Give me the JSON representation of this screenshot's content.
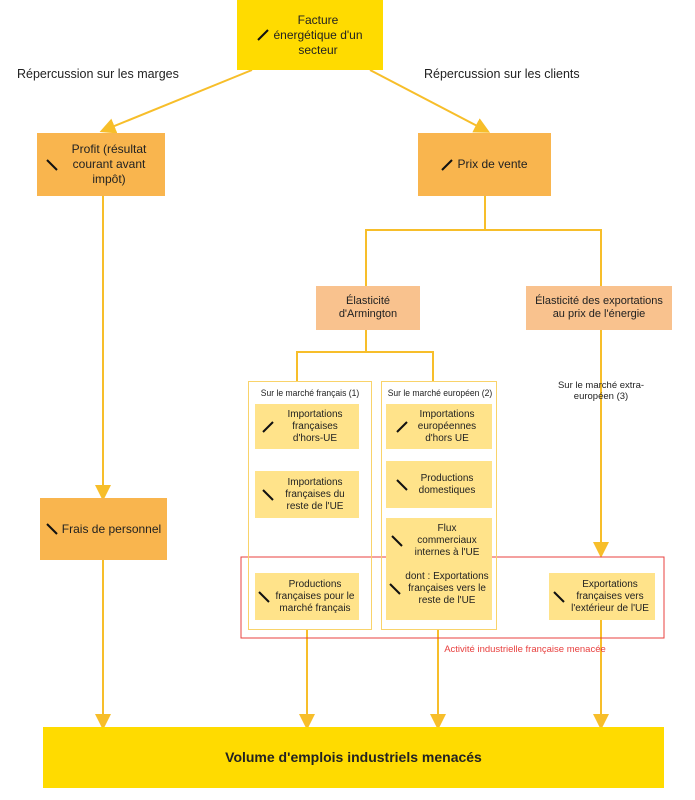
{
  "top": {
    "title": "Facture énergétique d'un secteur",
    "trend": "up"
  },
  "left_heading": "Répercussion sur les marges",
  "right_heading": "Répercussion sur les clients",
  "profit": {
    "label": "Profit (résultat courant avant impôt)",
    "trend": "down"
  },
  "prix": {
    "label": "Prix de vente",
    "trend": "up"
  },
  "armington": {
    "label": "Élasticité d'Armington"
  },
  "elast_export": {
    "label": "Élasticité des exportations au prix de l'énergie"
  },
  "frais": {
    "label": "Frais de personnel",
    "trend": "down"
  },
  "panel_fr": {
    "title": "Sur le marché français (1)",
    "items": [
      {
        "label": "Importations françaises d'hors-UE",
        "trend": "up"
      },
      {
        "label": "Importations françaises du reste de l'UE",
        "trend": "down"
      },
      {
        "label": "Productions françaises pour le marché français",
        "trend": "down"
      }
    ]
  },
  "panel_eu": {
    "title": "Sur le marché européen (2)",
    "items": [
      {
        "label": "Importations européennes d'hors UE",
        "trend": "up"
      },
      {
        "label": "Productions domestiques",
        "trend": "down"
      },
      {
        "label": "Flux commerciaux internes à l'UE",
        "trend": "down"
      },
      {
        "label": "dont : Exportations françaises vers le reste de l'UE",
        "trend": "down"
      }
    ]
  },
  "extra": {
    "title": "Sur le marché extra-européen (3)",
    "item": {
      "label": "Exportations françaises vers l'extérieur de l'UE",
      "trend": "down"
    }
  },
  "menace_label": "Activité industrielle française menacée",
  "bottom": {
    "label": "Volume d'emplois industriels menacés"
  },
  "colors": {
    "yellow": "#FFDB00",
    "orange": "#F9B54E",
    "salmon": "#F9C28E",
    "pale": "#FFE38A",
    "line": "#F7BE2A",
    "red": "#E8403F"
  }
}
